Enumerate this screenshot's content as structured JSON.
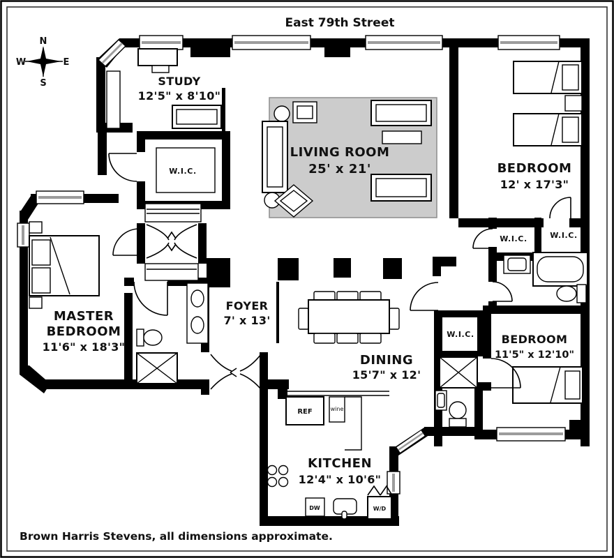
{
  "title": "East 79th Street",
  "footer": "Brown Harris Stevens, all dimensions approximate.",
  "compass": {
    "n": "N",
    "e": "E",
    "s": "S",
    "w": "W"
  },
  "rooms": {
    "study": {
      "name": "STUDY",
      "dims": "12'5\" x 8'10\""
    },
    "living_room": {
      "name": "LIVING ROOM",
      "dims": "25' x 21'"
    },
    "bedroom_top": {
      "name": "BEDROOM",
      "dims": "12' x 17'3\""
    },
    "master_bedroom": {
      "line1": "MASTER",
      "line2": "BEDROOM",
      "dims": "11'6\" x 18'3\""
    },
    "foyer": {
      "name": "FOYER",
      "dims": "7' x 13'"
    },
    "dining": {
      "name": "DINING",
      "dims": "15'7\" x 12'"
    },
    "kitchen": {
      "name": "KITCHEN",
      "dims": "12'4\" x 10'6\""
    },
    "bedroom_bottom": {
      "name": "BEDROOM",
      "dims": "11'5\" x 12'10\""
    }
  },
  "closets": {
    "study_wic": "W.I.C.",
    "hall_wic": "W.I.C.",
    "bedroom_wic_left": "W.I.C.",
    "bedroom_wic_right": "W.I.C."
  },
  "appliances": {
    "refrigerator": "REF",
    "wine_cooler": "wine",
    "dishwasher": "DW",
    "washer_dryer": "W/D"
  },
  "colors": {
    "wall": "#000000",
    "rug": "#cccccc",
    "window_stripe": "#9c9c9c"
  }
}
